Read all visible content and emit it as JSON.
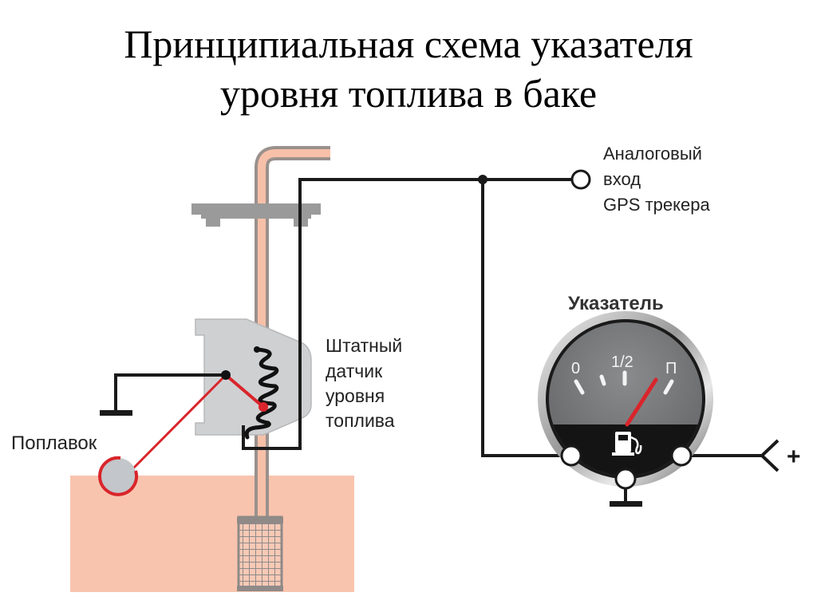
{
  "title": {
    "line1": "Принципиальная схема указателя",
    "line2": "уровня топлива в баке"
  },
  "labels": {
    "float": "Поплавок",
    "sensor": [
      "Штатный",
      "датчик",
      "уровня",
      "топлива"
    ],
    "gps_input": [
      "Аналоговый",
      "вход",
      "GPS трекера"
    ],
    "gauge": "Указатель",
    "plus": "+"
  },
  "gauge": {
    "scale_labels": [
      "0",
      "1/2",
      "П"
    ],
    "level_fraction": 0.75,
    "icon": "fuel-pump-icon"
  },
  "colors": {
    "fuel": "#f9c4ae",
    "pipe_fill": "#f7c0a8",
    "pipe_edge": "#9a918d",
    "housing": "#cfd0d2",
    "lever": "#d9252b",
    "float": "#c3c6ca",
    "wire": "#1a1a1a",
    "gauge_face": "#7a7b7d",
    "gauge_lower": "#141414"
  }
}
